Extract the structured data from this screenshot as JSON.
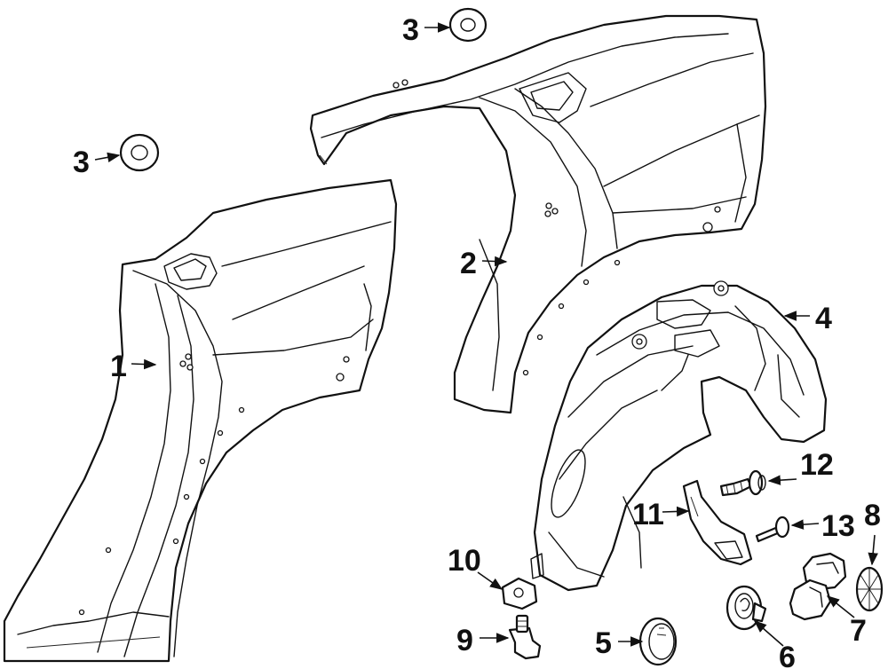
{
  "callouts": [
    {
      "id": "c1",
      "number": "1"
    },
    {
      "id": "c2",
      "number": "2"
    },
    {
      "id": "c3a",
      "number": "3"
    },
    {
      "id": "c3b",
      "number": "3"
    },
    {
      "id": "c4",
      "number": "4"
    },
    {
      "id": "c5",
      "number": "5"
    },
    {
      "id": "c6",
      "number": "6"
    },
    {
      "id": "c7",
      "number": "7"
    },
    {
      "id": "c8",
      "number": "8"
    },
    {
      "id": "c9",
      "number": "9"
    },
    {
      "id": "c10",
      "number": "10"
    },
    {
      "id": "c11",
      "number": "11"
    },
    {
      "id": "c12",
      "number": "12"
    },
    {
      "id": "c13",
      "number": "13"
    }
  ],
  "colors": {
    "line": "#111111",
    "background": "#ffffff"
  }
}
